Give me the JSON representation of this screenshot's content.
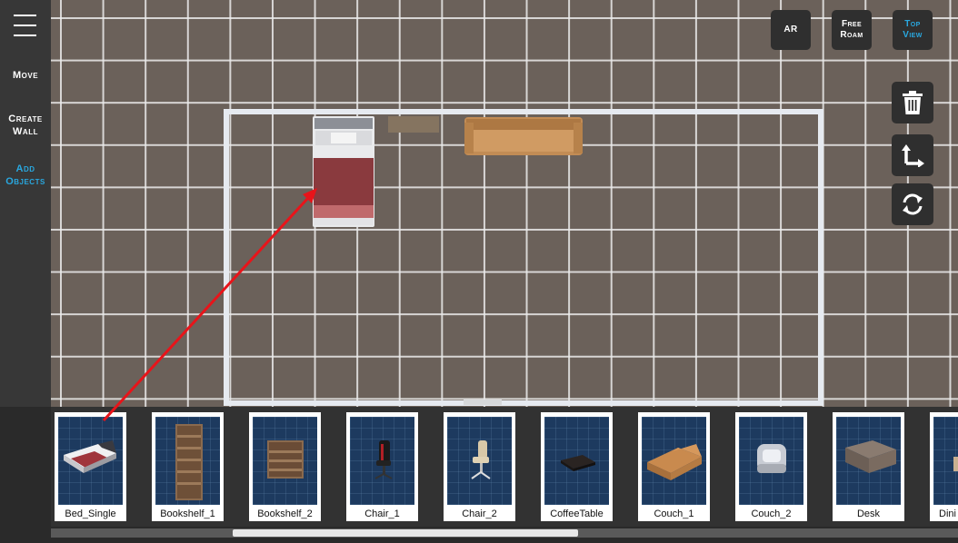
{
  "sidebar": {
    "items": [
      {
        "label": "Move",
        "color": "#ffffff"
      },
      {
        "label_line1": "Create",
        "label_line2": "Wall",
        "color": "#ffffff"
      },
      {
        "label_line1": "Add",
        "label_line2": "Objects",
        "color": "#29a8e0"
      }
    ]
  },
  "view_buttons": {
    "ar": "AR",
    "free_roam_line1": "Free",
    "free_roam_line2": "Roam",
    "top_view_line1": "Top",
    "top_view_line2": "View",
    "active_color": "#29a8e0"
  },
  "tools": [
    "trash-icon",
    "axis-move-icon",
    "rotate-icon"
  ],
  "objects": [
    {
      "label": "Bed_Single"
    },
    {
      "label": "Bookshelf_1"
    },
    {
      "label": "Bookshelf_2"
    },
    {
      "label": "Chair_1"
    },
    {
      "label": "Chair_2"
    },
    {
      "label": "CoffeeTable"
    },
    {
      "label": "Couch_1"
    },
    {
      "label": "Couch_2"
    },
    {
      "label": "Desk"
    },
    {
      "label": "Dini"
    }
  ],
  "annotation": {
    "color": "#e8141a"
  }
}
